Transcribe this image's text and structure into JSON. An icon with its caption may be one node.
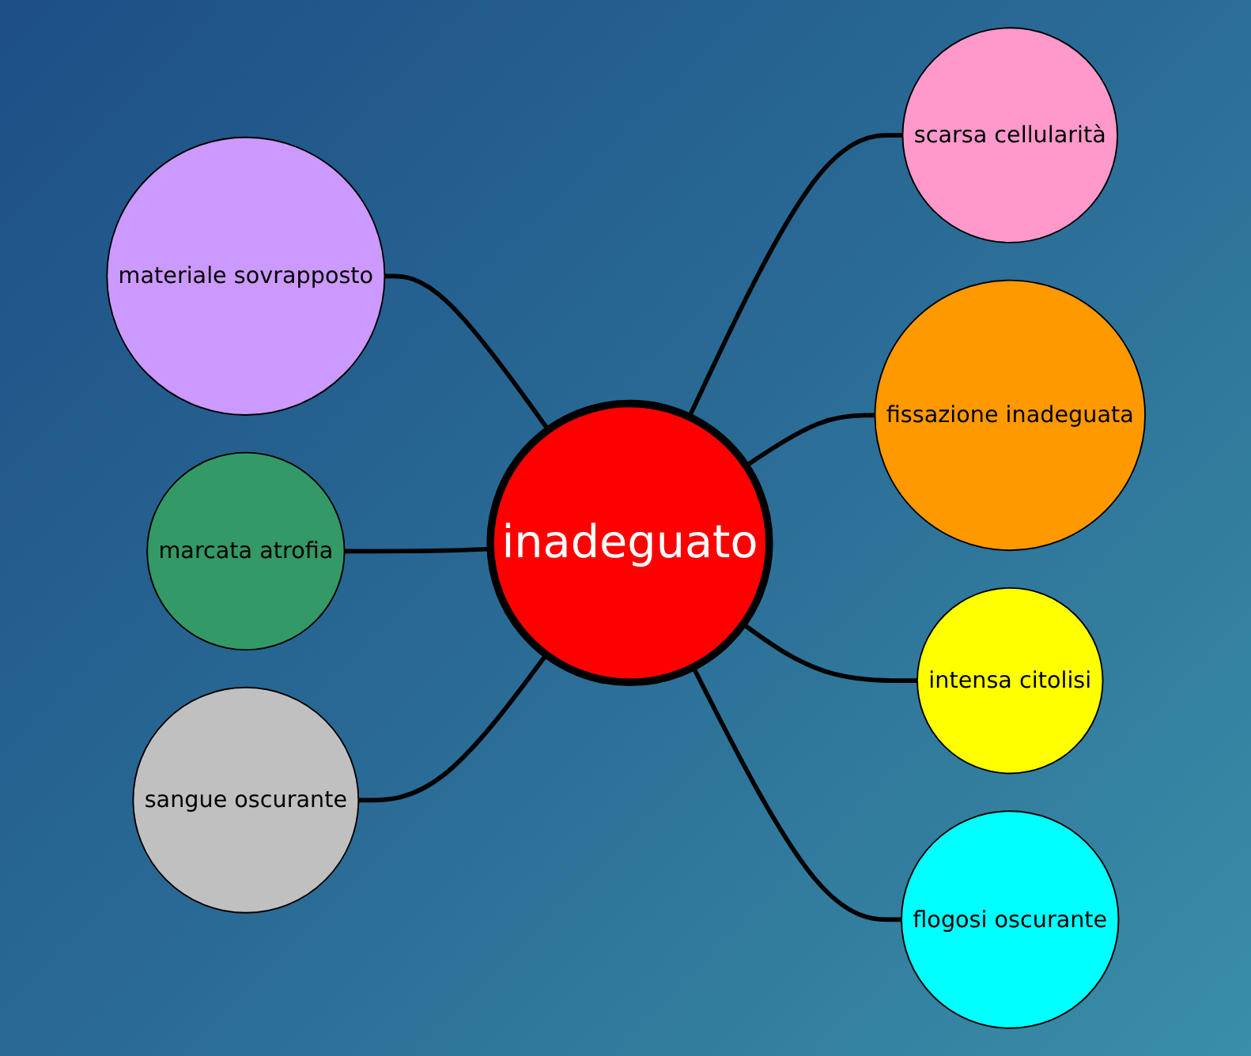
{
  "diagram": {
    "nodes": [
      {
        "text": [
          "inadeguato"
        ]
      },
      {
        "text": [
          "materiale sovrapposto"
        ]
      },
      {
        "text": [
          "scarsa cellularità"
        ]
      },
      {
        "text": [
          "marcata atrofia"
        ]
      },
      {
        "text": [
          "fissazione inadeguata"
        ]
      },
      {
        "text": [
          "sangue oscurante"
        ]
      },
      {
        "text": [
          "intensa citolisi"
        ]
      },
      {
        "text": [
          "flogosi oscurante"
        ]
      }
    ],
    "edges": [
      {
        "from": 1,
        "to": 0,
        "arrow": "none"
      },
      {
        "from": 0,
        "to": 2,
        "arrow": "none"
      },
      {
        "from": 3,
        "to": 0,
        "arrow": "none"
      },
      {
        "from": 0,
        "to": 4,
        "arrow": "none"
      },
      {
        "from": 5,
        "to": 0,
        "arrow": "none"
      },
      {
        "from": 0,
        "to": 6,
        "arrow": "none"
      },
      {
        "from": 0,
        "to": 7,
        "arrow": "none"
      }
    ]
  }
}
